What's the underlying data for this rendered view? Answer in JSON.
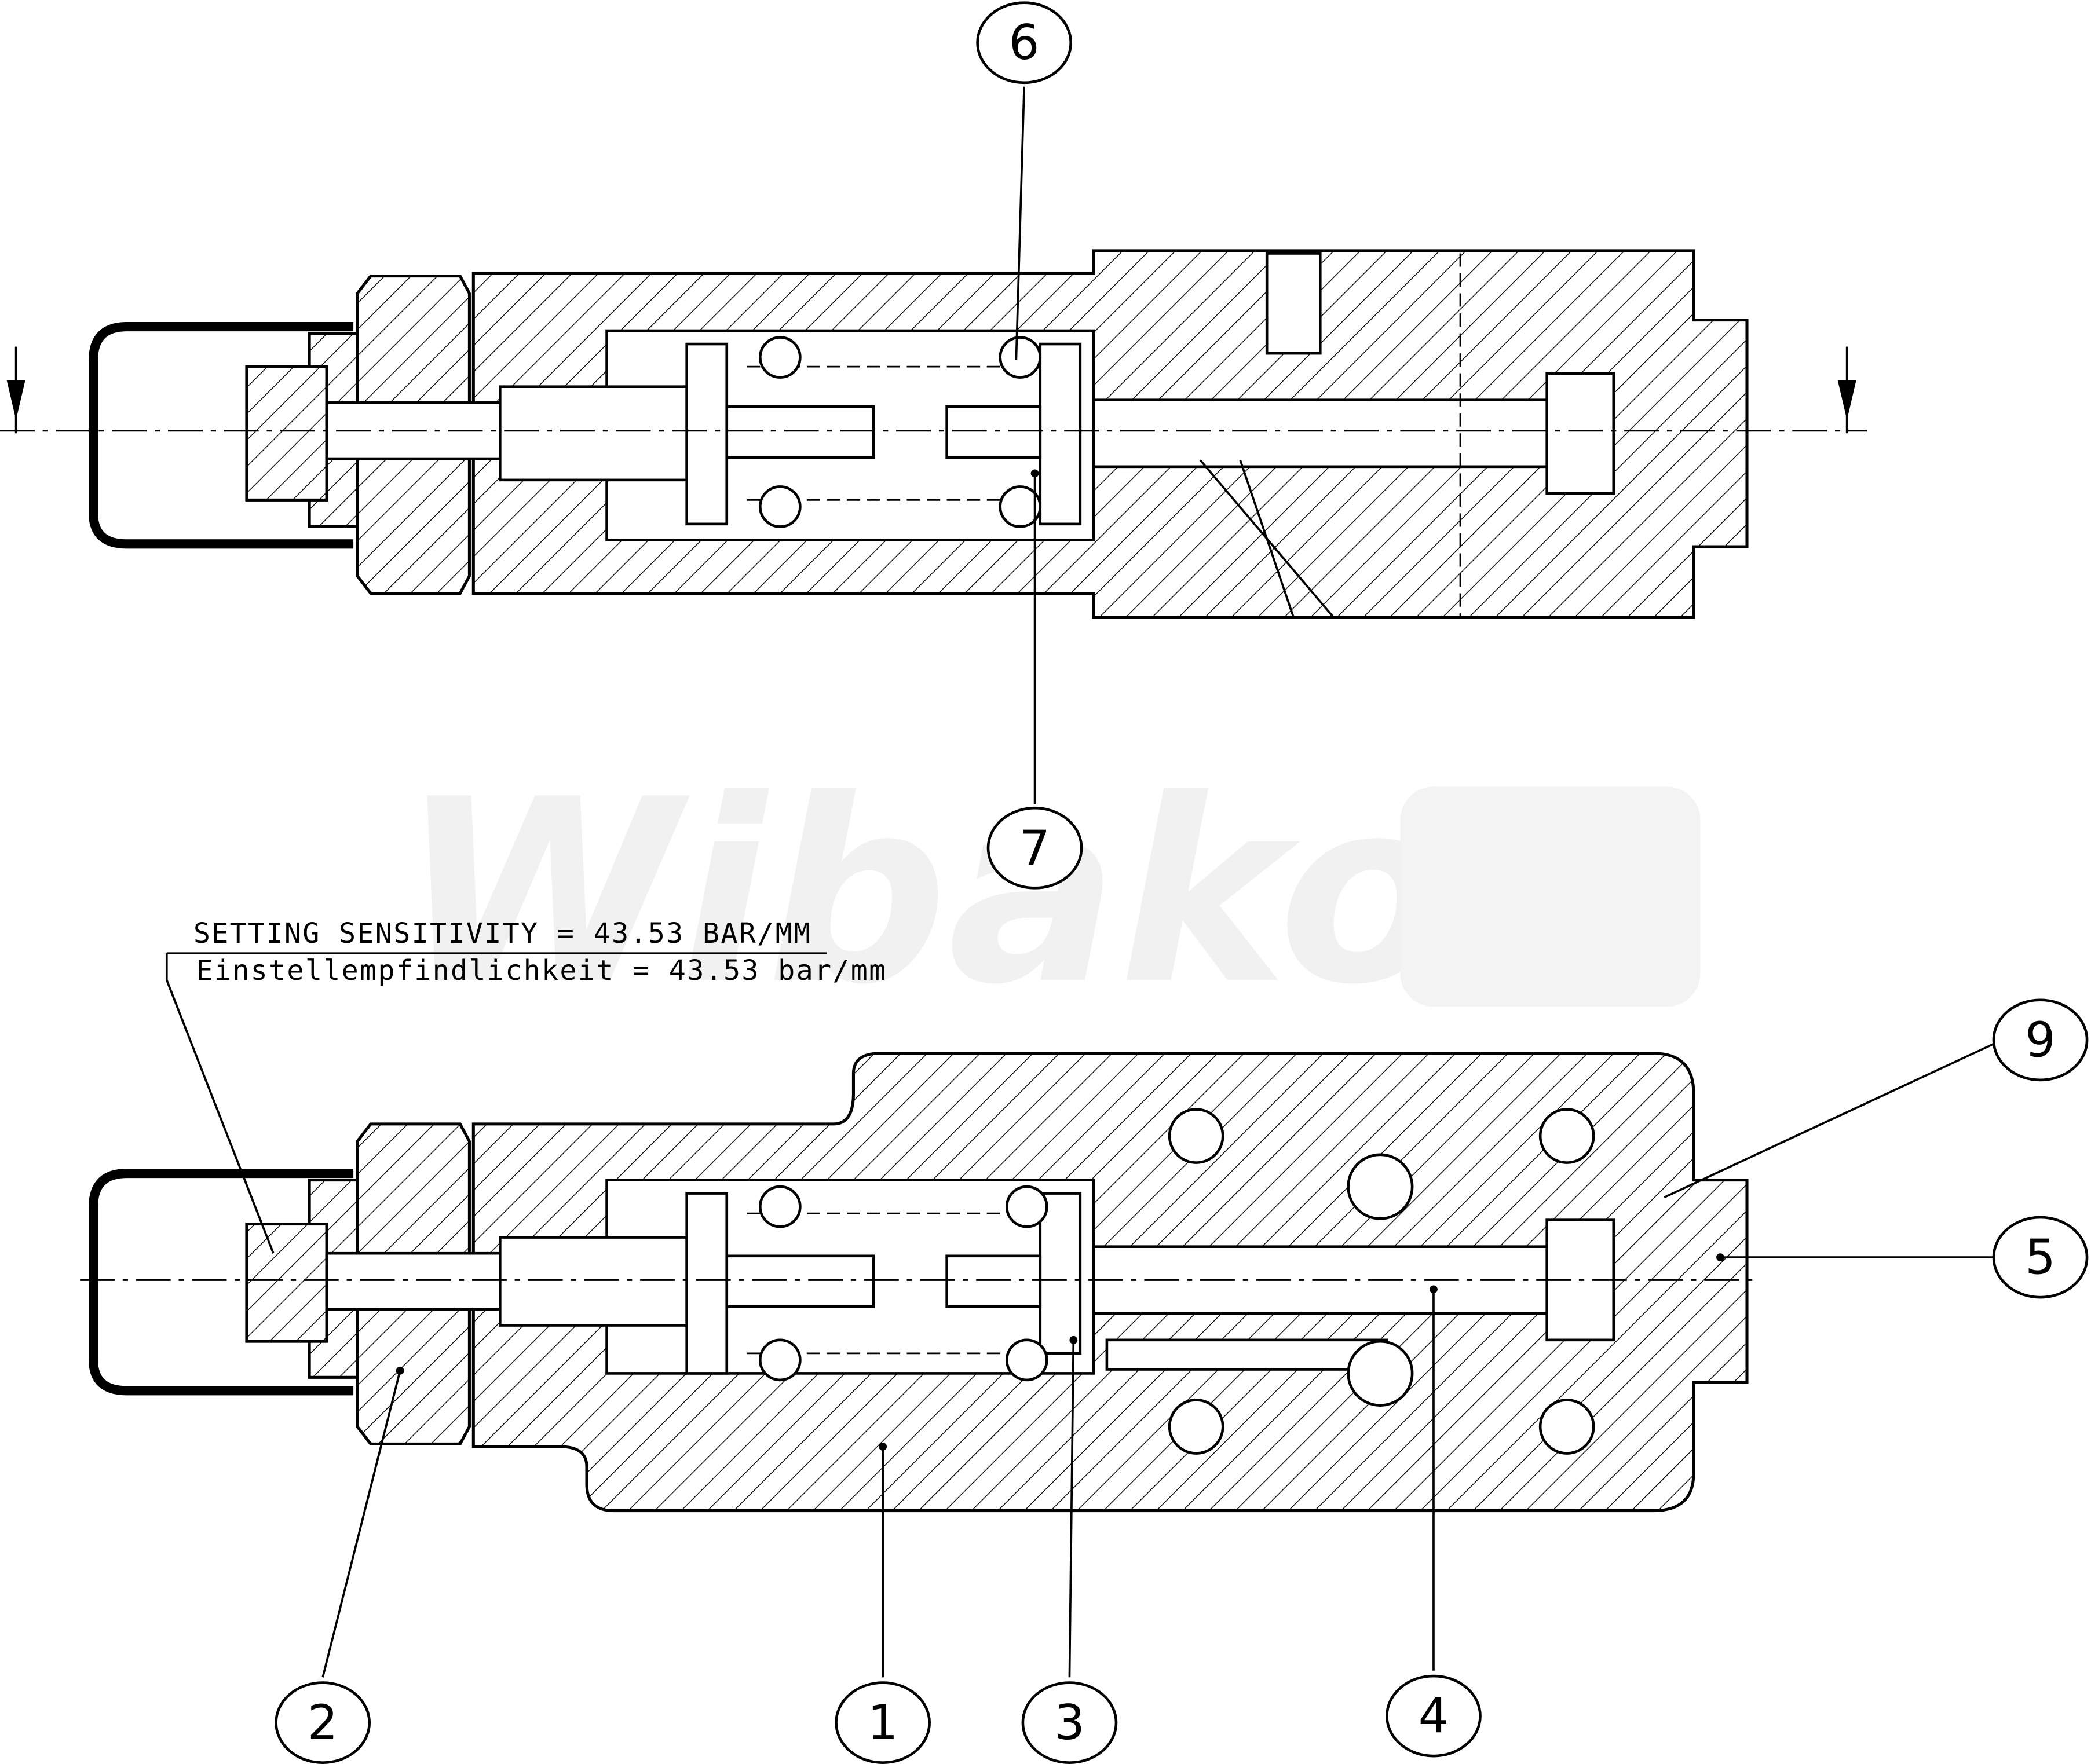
{
  "drawing": {
    "watermark": "Wibako",
    "note": {
      "line_en": "SETTING SENSITIVITY = 43.53 BAR/MM",
      "line_de": "Einstellempfindlichkeit = 43.53 bar/mm"
    },
    "balloons": {
      "b1": "1",
      "b2": "2",
      "b3": "3",
      "b4": "4",
      "b5": "5",
      "b6": "6",
      "b7": "7",
      "b9": "9"
    }
  }
}
